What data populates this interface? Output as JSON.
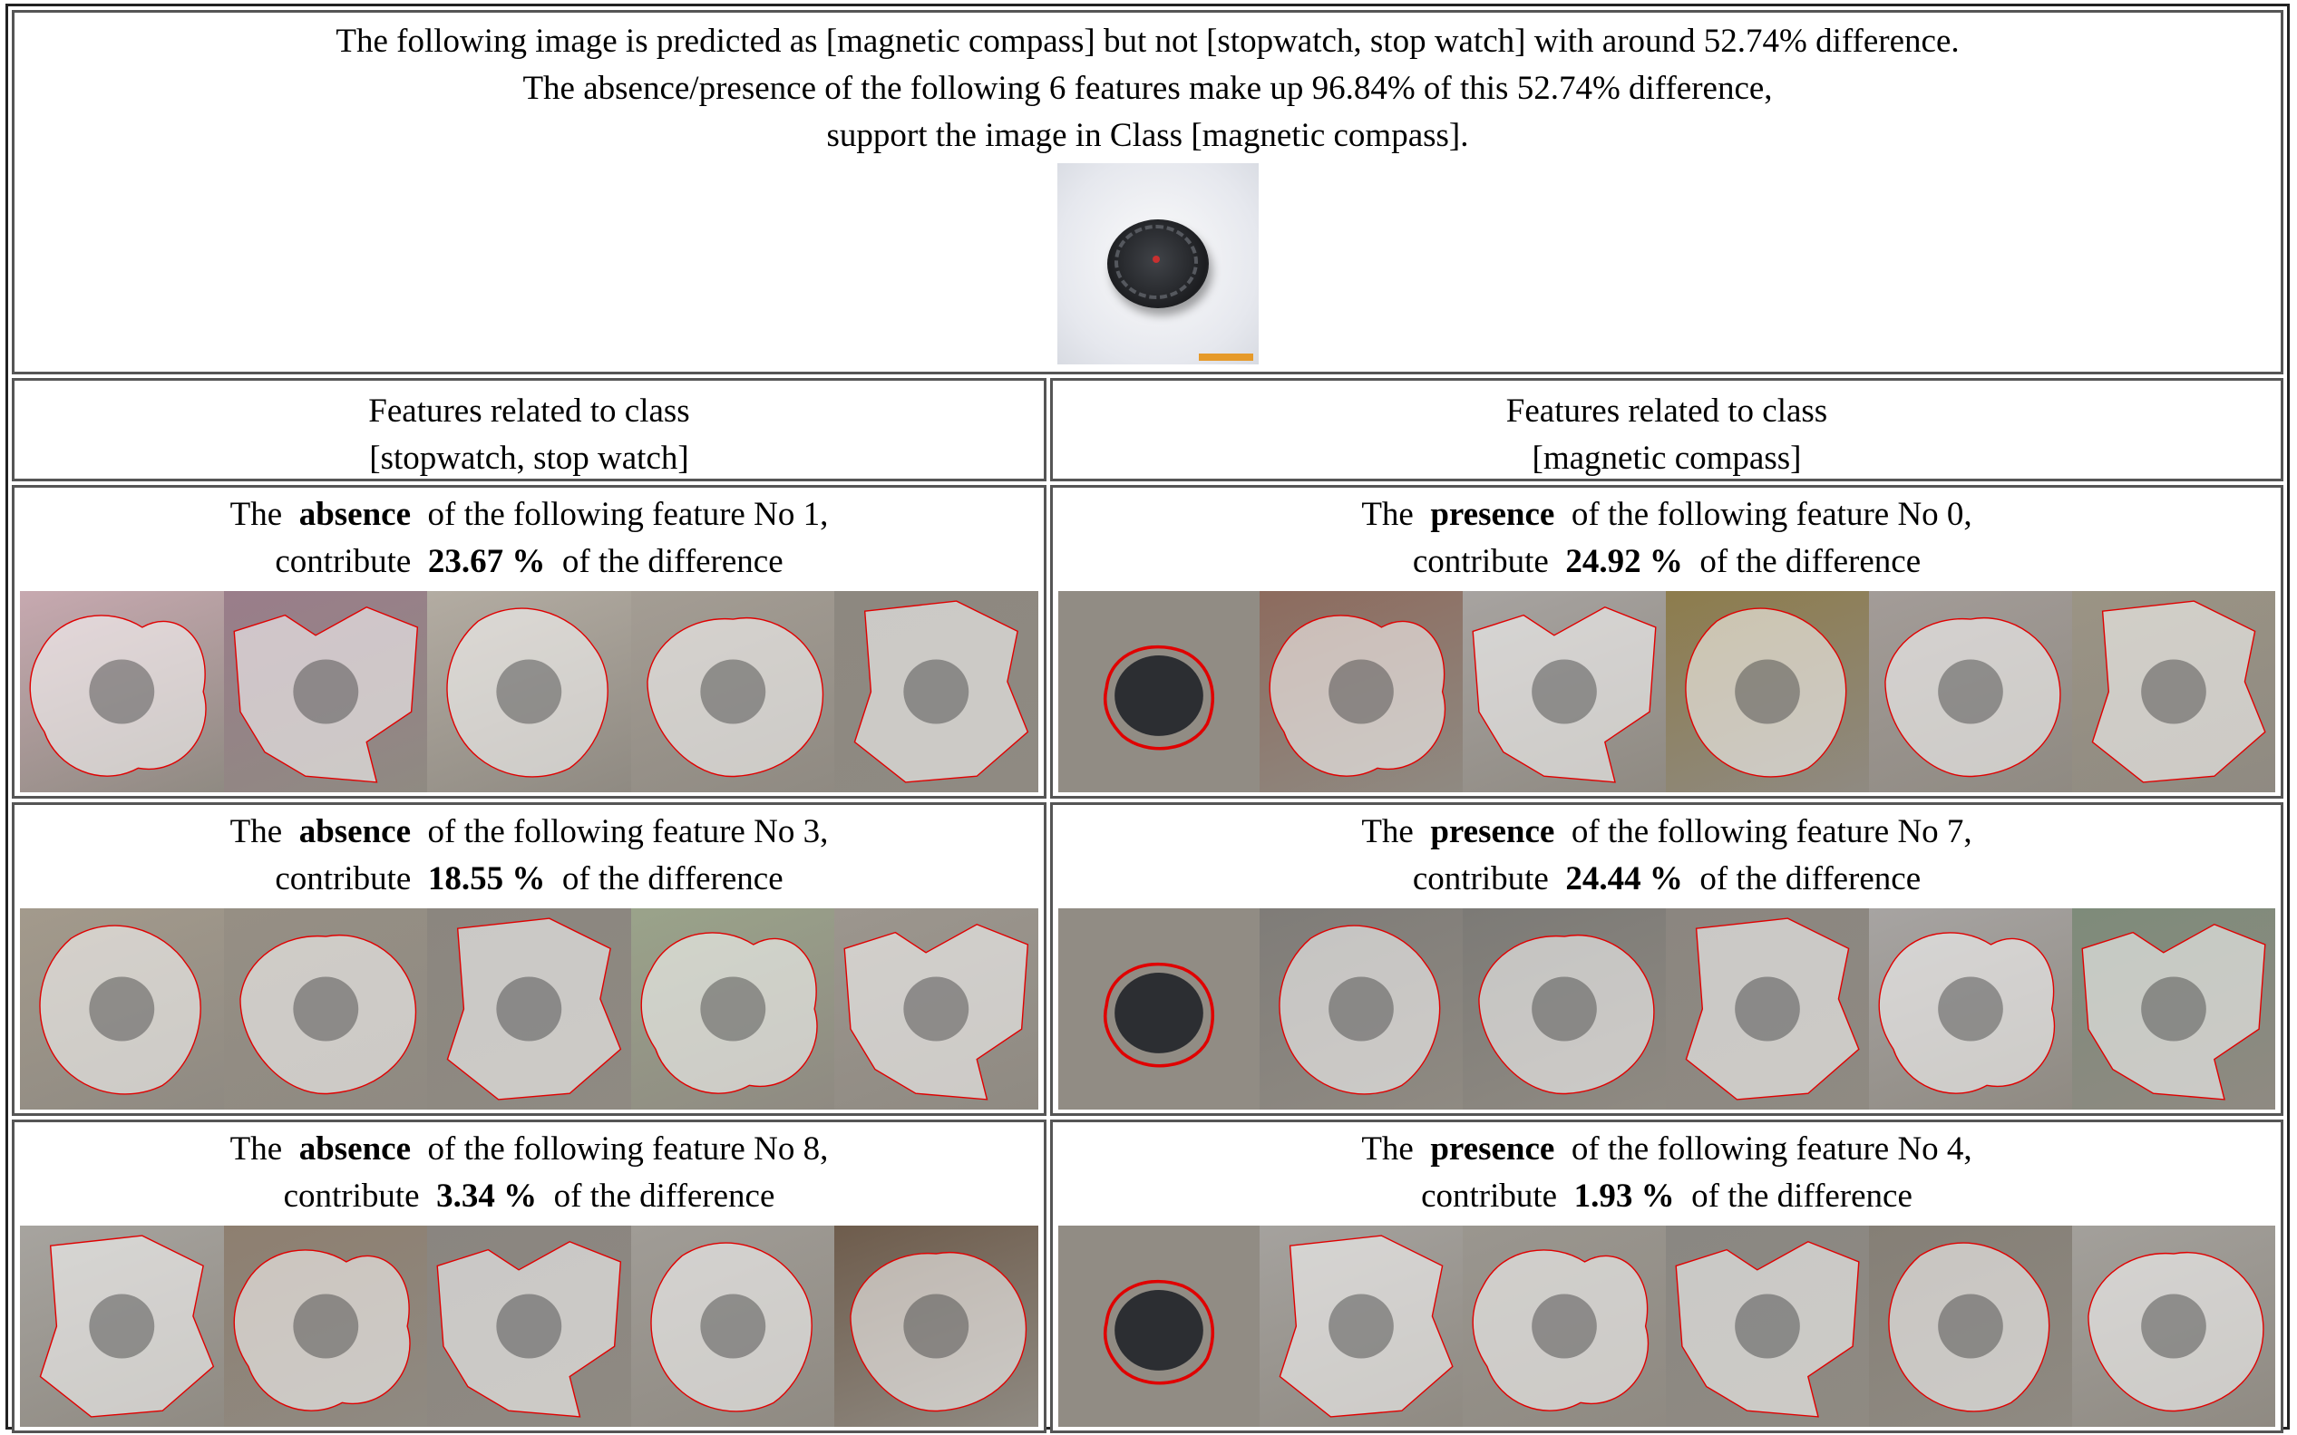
{
  "header": {
    "line1": "The following image is predicted as [magnetic compass] but not [stopwatch, stop watch] with around 52.74% difference.",
    "line2": "The absence/presence of the following 6 features make up 96.84% of this 52.74% difference,",
    "line3": "support the image in Class [magnetic compass]."
  },
  "columns": {
    "left": {
      "title": "Features related to class",
      "class_name": "[stopwatch, stop watch]"
    },
    "right": {
      "title": "Features related to class",
      "class_name": "[magnetic compass]"
    }
  },
  "features_left": [
    {
      "prefix": "The",
      "kind": "absence",
      "middle": "of the following feature No 1,",
      "contribute": "contribute",
      "percent": "23.67 %",
      "suffix": "of the difference"
    },
    {
      "prefix": "The",
      "kind": "absence",
      "middle": "of the following feature No 3,",
      "contribute": "contribute",
      "percent": "18.55 %",
      "suffix": "of the difference"
    },
    {
      "prefix": "The",
      "kind": "absence",
      "middle": "of the following feature No 8,",
      "contribute": "contribute",
      "percent": "3.34 %",
      "suffix": "of the difference"
    }
  ],
  "features_right": [
    {
      "prefix": "The",
      "kind": "presence",
      "middle": "of the following feature No 0,",
      "contribute": "contribute",
      "percent": "24.92 %",
      "suffix": "of the difference"
    },
    {
      "prefix": "The",
      "kind": "presence",
      "middle": "of the following feature No 7,",
      "contribute": "contribute",
      "percent": "24.44 %",
      "suffix": "of the difference"
    },
    {
      "prefix": "The",
      "kind": "presence",
      "middle": "of the following feature No 4,",
      "contribute": "contribute",
      "percent": "1.93 %",
      "suffix": "of the difference"
    }
  ],
  "colors": {
    "outline": "#e00000",
    "border": "#555555",
    "dim_bg": "#8f8a82"
  }
}
